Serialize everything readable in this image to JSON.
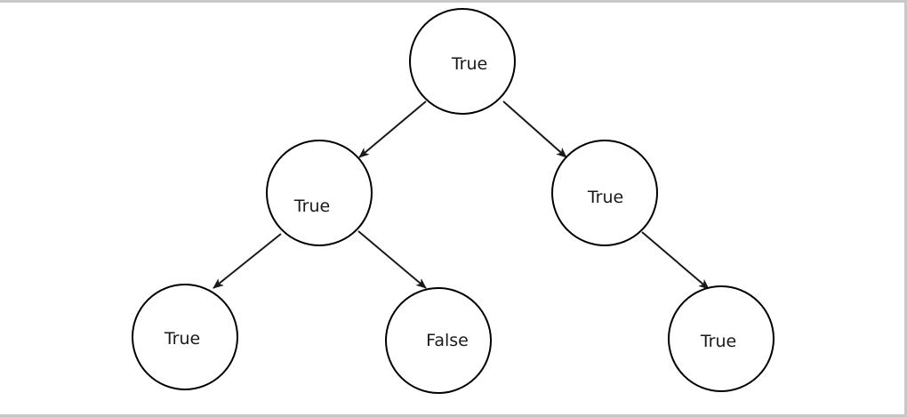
{
  "diagram": {
    "type": "binary-tree",
    "nodes": [
      {
        "id": "root",
        "label": "True"
      },
      {
        "id": "left",
        "label": "True"
      },
      {
        "id": "right",
        "label": "True"
      },
      {
        "id": "left-left",
        "label": "True"
      },
      {
        "id": "left-right",
        "label": "False"
      },
      {
        "id": "right-right",
        "label": "True"
      }
    ],
    "edges": [
      {
        "from": "root",
        "to": "left"
      },
      {
        "from": "root",
        "to": "right"
      },
      {
        "from": "left",
        "to": "left-left"
      },
      {
        "from": "left",
        "to": "left-right"
      },
      {
        "from": "right",
        "to": "right-right"
      }
    ],
    "colors": {
      "stroke": "#000000",
      "fill": "#ffffff",
      "frame": "#c8c8c8"
    }
  }
}
